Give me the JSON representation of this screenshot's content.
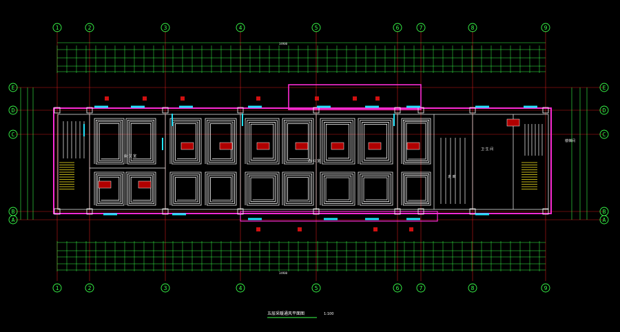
{
  "drawing": {
    "title": "五层采暖通风平面图",
    "scale": "1:100",
    "column_axes": [
      "1",
      "2",
      "3",
      "4",
      "5",
      "6",
      "7",
      "8",
      "9"
    ],
    "row_axes": [
      "E",
      "D",
      "C",
      "B",
      "A"
    ],
    "top_overall_dim": "34900",
    "bottom_overall_dim": "34900",
    "colors": {
      "background": "#000000",
      "axis_green": "#39ff4a",
      "wall_magenta": "#ff2bd6",
      "grid_red": "#ff2222",
      "pipe_white": "#ffffff",
      "duct_cyan": "#22e5ff",
      "stair_yellow": "#ffee22"
    },
    "room_labels": [
      "会 议 室",
      "卫 生 间",
      "办 公 室",
      "楼梯间",
      "走 廊"
    ]
  }
}
